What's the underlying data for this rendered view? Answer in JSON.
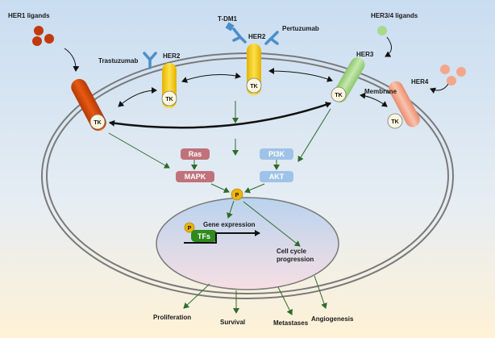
{
  "labels": {
    "her1_ligands": "HER1 ligands",
    "her34_ligands": "HER3/4 ligands",
    "tdm1": "T-DM1",
    "pertuzumab": "Pertuzumab",
    "trastuzumab": "Trastuzumab",
    "her2": "HER2",
    "her2_center": "HER2",
    "her3": "HER3",
    "her4": "HER4",
    "membrane": "Membrane",
    "tk": "TK",
    "ras": "Ras",
    "mapk": "MAPK",
    "pi3k": "PI3K",
    "akt": "AKT",
    "p": "P",
    "gene_expression": "Gene expression",
    "tfs": "TFs",
    "cell_cycle_line1": "Cell cycle",
    "cell_cycle_line2": "progression",
    "proliferation": "Proliferation",
    "survival": "Survival",
    "metastases": "Metastases",
    "angiogenesis": "Angiogenesis"
  },
  "colors": {
    "background_top": "#cfe0f2",
    "background_bottom": "#fdf3dc",
    "her1": "#d14a0c",
    "her2": "#f5c800",
    "her3": "#a9d98b",
    "her4": "#f4a68b",
    "ras_mapk": "#c0727a",
    "pi3k_akt": "#9fc3e8",
    "phospho": "#f0b400",
    "tfs": "#2e8a1d",
    "antibody": "#4a8fc9",
    "arrow_green": "#2f6b2a"
  },
  "icons": {
    "antibody": "y-antibody-icon",
    "ligand": "ligand-dot-icon"
  }
}
